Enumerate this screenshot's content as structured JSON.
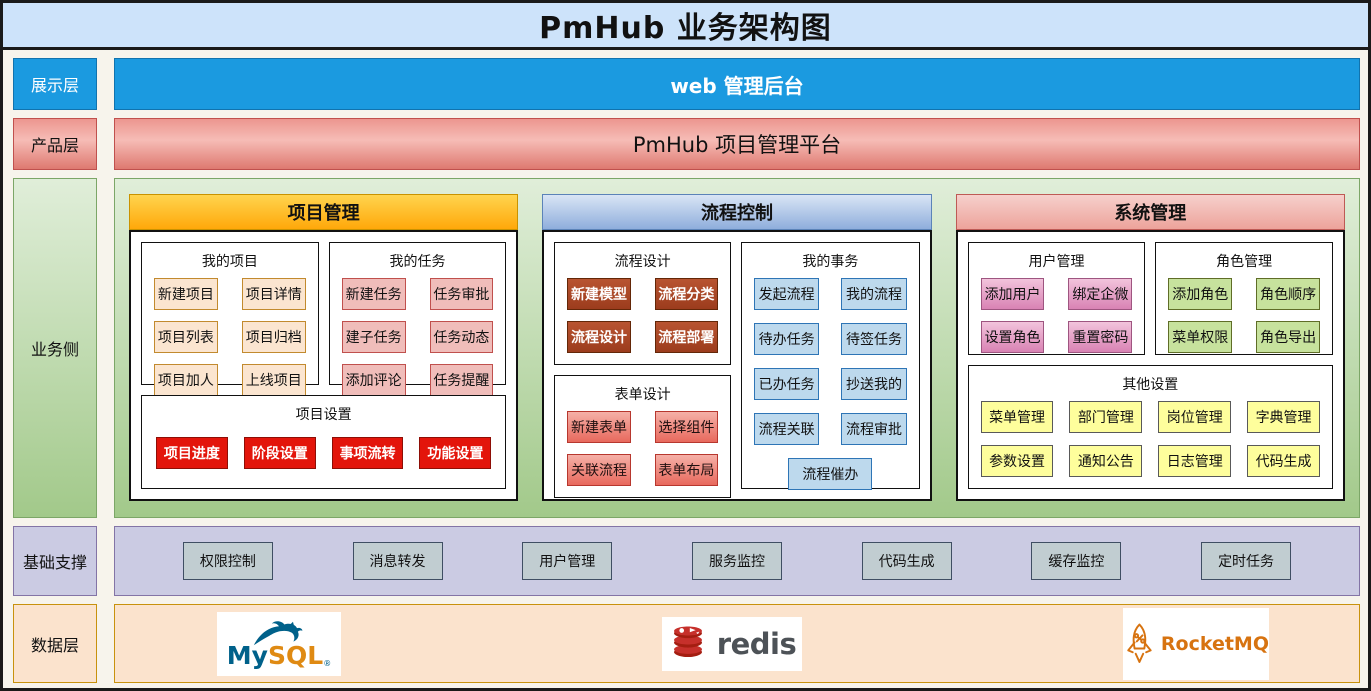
{
  "title": "PmHub 业务架构图",
  "layers": {
    "display": {
      "label": "展示层",
      "content": "web 管理后台"
    },
    "product": {
      "label": "产品层",
      "content": "PmHub 项目管理平台"
    },
    "business": {
      "label": "业务侧",
      "columns": [
        {
          "title": "项目管理",
          "groups": {
            "my_projects": {
              "title": "我的项目",
              "items": [
                "新建项目",
                "项目详情",
                "项目列表",
                "项目归档",
                "项目加人",
                "上线项目"
              ]
            },
            "my_tasks": {
              "title": "我的任务",
              "items": [
                "新建任务",
                "任务审批",
                "建子任务",
                "任务动态",
                "添加评论",
                "任务提醒"
              ]
            },
            "project_settings": {
              "title": "项目设置",
              "items": [
                "项目进度",
                "阶段设置",
                "事项流转",
                "功能设置"
              ]
            }
          }
        },
        {
          "title": "流程控制",
          "groups": {
            "process_design": {
              "title": "流程设计",
              "items": [
                "新建模型",
                "流程分类",
                "流程设计",
                "流程部署"
              ]
            },
            "form_design": {
              "title": "表单设计",
              "items": [
                "新建表单",
                "选择组件",
                "关联流程",
                "表单布局"
              ]
            },
            "my_affairs": {
              "title": "我的事务",
              "items": [
                "发起流程",
                "我的流程",
                "待办任务",
                "待签任务",
                "已办任务",
                "抄送我的",
                "流程关联",
                "流程审批",
                "流程催办"
              ]
            }
          }
        },
        {
          "title": "系统管理",
          "groups": {
            "user_mgmt": {
              "title": "用户管理",
              "items": [
                "添加用户",
                "绑定企微",
                "设置角色",
                "重置密码"
              ]
            },
            "role_mgmt": {
              "title": "角色管理",
              "items": [
                "添加角色",
                "角色顺序",
                "菜单权限",
                "角色导出"
              ]
            },
            "other_settings": {
              "title": "其他设置",
              "items": [
                "菜单管理",
                "部门管理",
                "岗位管理",
                "字典管理",
                "参数设置",
                "通知公告",
                "日志管理",
                "代码生成"
              ]
            }
          }
        }
      ]
    },
    "support": {
      "label": "基础支撑",
      "items": [
        "权限控制",
        "消息转发",
        "用户管理",
        "服务监控",
        "代码生成",
        "缓存监控",
        "定时任务"
      ]
    },
    "data": {
      "label": "数据层",
      "logos": {
        "mysql": {
          "my": "My",
          "sql": "SQL",
          "reg": "®",
          "icon": "mysql-dolphin-icon"
        },
        "redis": {
          "text": "redis",
          "icon": "redis-stack-icon"
        },
        "rocketmq": {
          "text": "RocketMQ",
          "icon": "rocketmq-rocket-icon"
        }
      }
    }
  },
  "colors": {
    "title_bar_bg": "#CDE3FA",
    "display_layer_blue": "#1B9AE0",
    "product_layer_red": "#E8857D",
    "business_layer_green": "#A9CD92",
    "project_header_orange": "#FFB70D",
    "process_header_blue": "#8FAEDC",
    "system_header_pink": "#F0B0A9",
    "support_layer_lavender": "#CBCBE3",
    "data_layer_peach": "#FBE3CD",
    "settings_button_red": "#E3150B",
    "process_button_brown": "#A8492A",
    "mysql_blue": "#00618A",
    "mysql_orange": "#DF8A13",
    "redis_red": "#C6302B",
    "rocketmq_orange": "#D77310"
  }
}
